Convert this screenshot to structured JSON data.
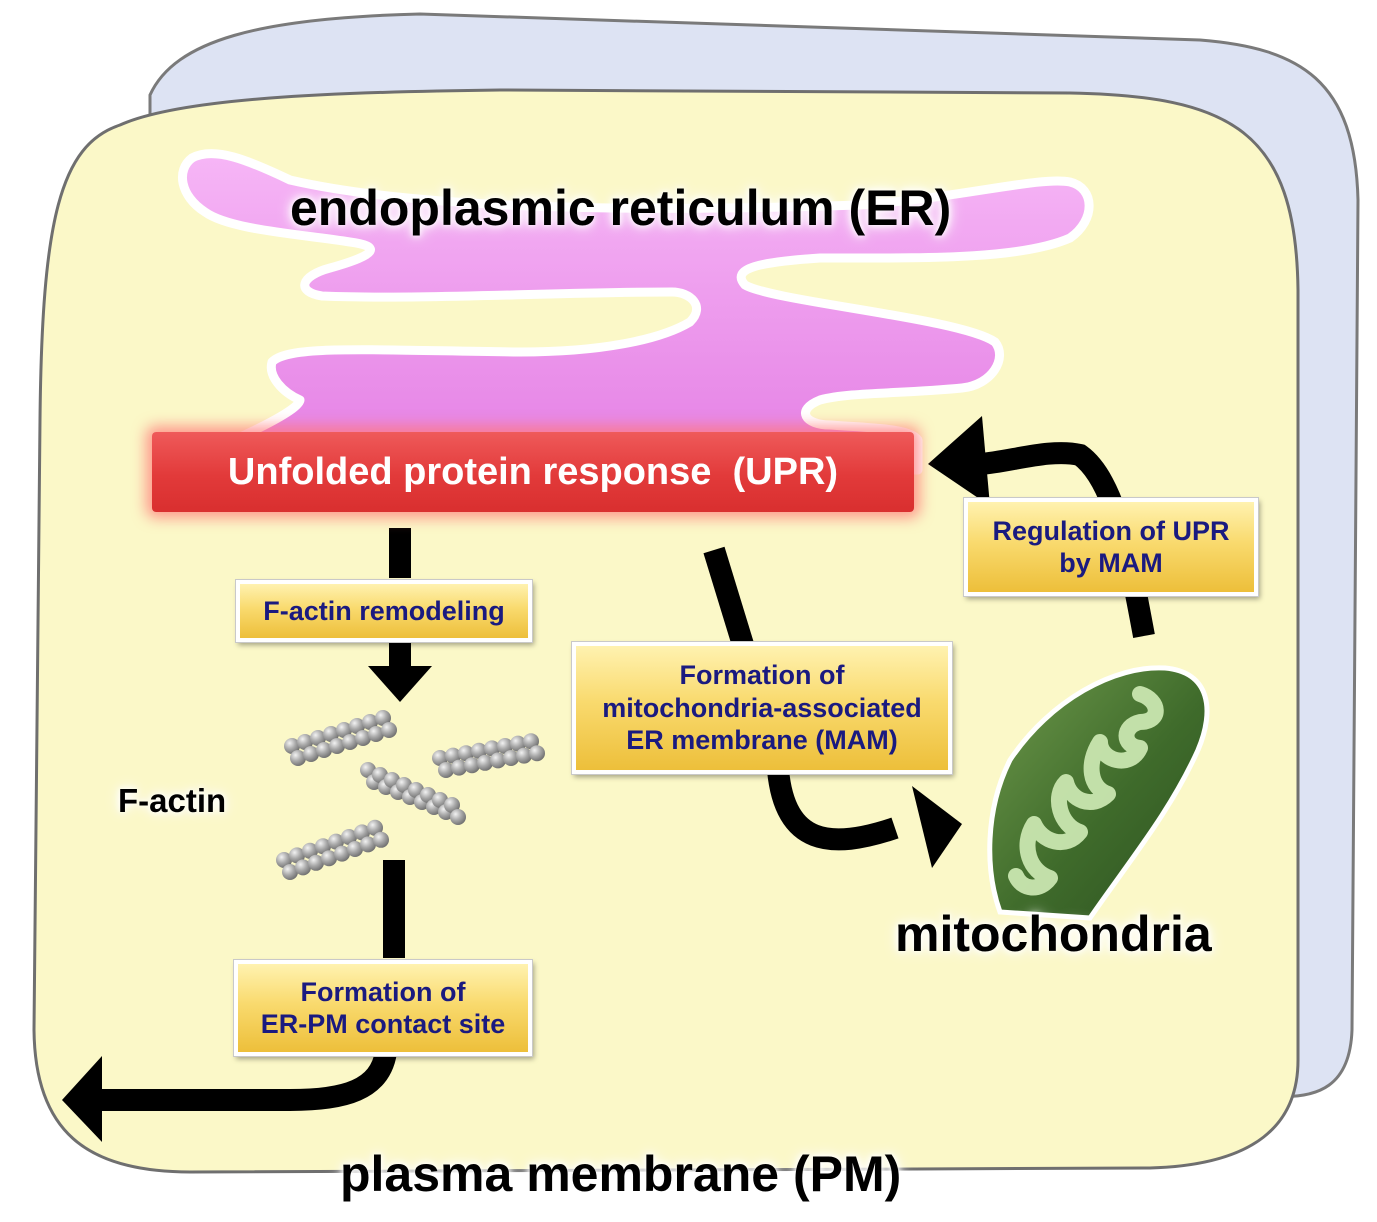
{
  "labels": {
    "er": "endoplasmic reticulum (ER)",
    "upr": "Unfolded protein response  (UPR)",
    "factin_remodeling": "F-actin remodeling",
    "factin": "F-actin",
    "mam_formation": [
      "Formation of",
      "mitochondria-associated",
      "ER membrane (MAM)"
    ],
    "upr_regulation": [
      "Regulation of UPR",
      "by MAM"
    ],
    "erpm_formation": [
      "Formation of",
      "ER-PM contact site"
    ],
    "mitochondria": "mitochondria",
    "pm": "plasma membrane (PM)"
  },
  "colors": {
    "cell_fill": "#fbf8c8",
    "cell_back": "#dde3f3",
    "er": "#ee99ee",
    "upr_box": "#e23a3a",
    "label_box": "#f6d35f",
    "label_text": "#1a1a80",
    "mitochondria": "#4a7a33",
    "cristae": "#c9e6b0",
    "actin": "#8f8f8f",
    "arrow": "#000000"
  }
}
